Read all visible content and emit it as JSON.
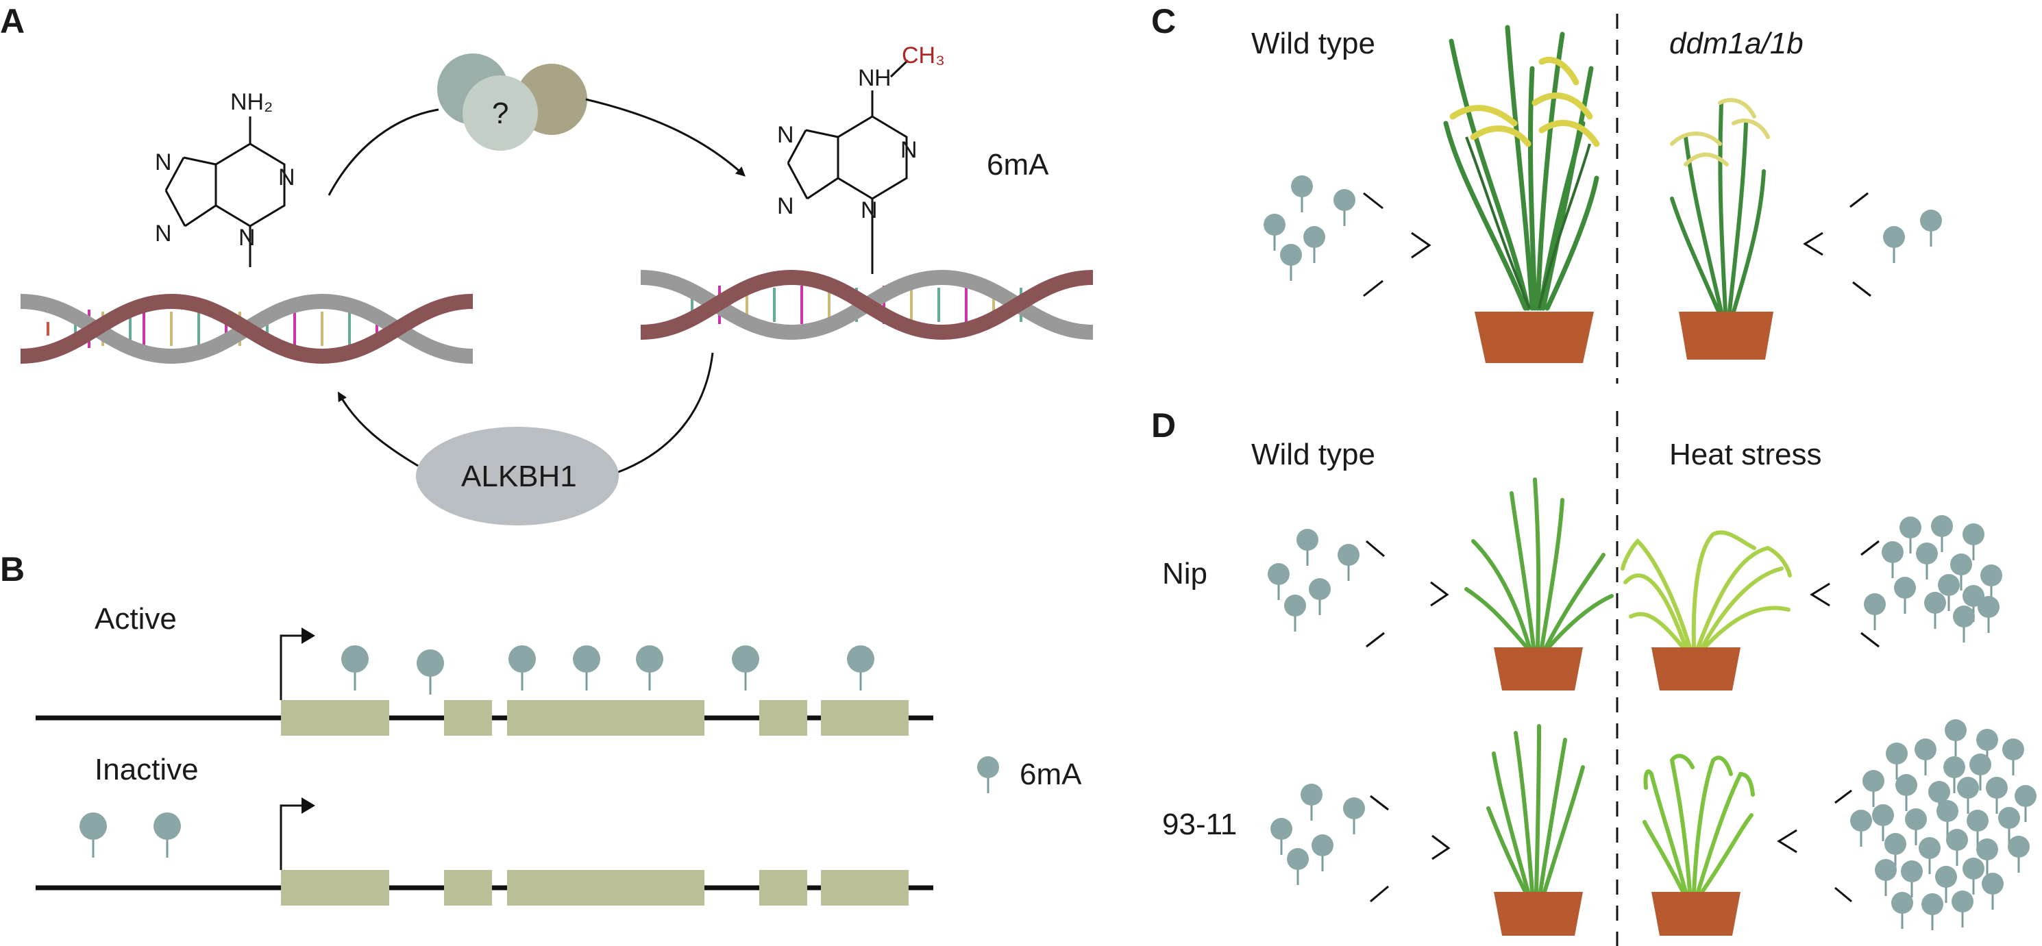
{
  "panels": {
    "A": {
      "letter": "A",
      "nh2": "NH₂",
      "n_methyl": "N–",
      "ch3": "CH₃",
      "ring_n": "N",
      "product_label": "6mA",
      "writer_label": "?",
      "eraser_label": "ALKBH1"
    },
    "B": {
      "letter": "B",
      "active_label": "Active",
      "inactive_label": "Inactive",
      "legend_label": "6mA"
    },
    "C": {
      "letter": "C",
      "left_title": "Wild type",
      "right_title": "ddm1a/1b"
    },
    "D": {
      "letter": "D",
      "left_title": "Wild type",
      "right_title": "Heat stress",
      "row1_label": "Nip",
      "row2_label": "93-11"
    }
  },
  "colors": {
    "mark": "#8aa6a6",
    "exon": "#bbbf97",
    "pot": "#b85a30",
    "eraser": "#b9bec2",
    "ch3": "#b22222",
    "leaf": "#3d8a3a",
    "panicle": "#d9d24a"
  }
}
